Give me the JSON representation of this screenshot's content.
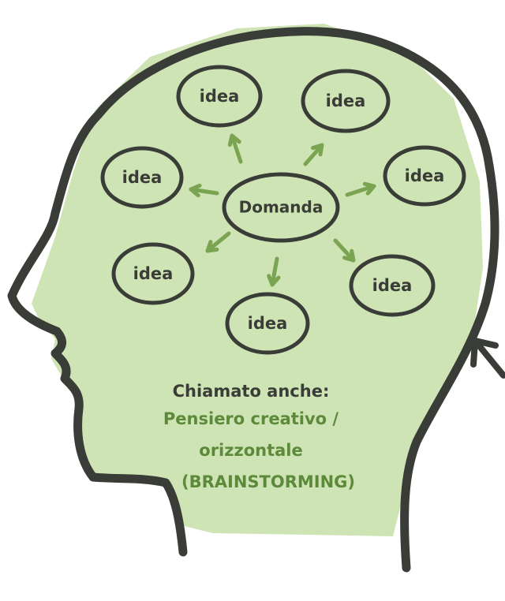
{
  "diagram": {
    "center": {
      "label": "Domanda"
    },
    "ideas": [
      {
        "label": "idea"
      },
      {
        "label": "idea"
      },
      {
        "label": "idea"
      },
      {
        "label": "idea"
      },
      {
        "label": "idea"
      },
      {
        "label": "idea"
      },
      {
        "label": "idea"
      }
    ],
    "caption": {
      "heading": "Chiamato anche:",
      "line1": "Pensiero creativo /",
      "line2": "orizzontale",
      "line3": "(BRAINSTORMING)"
    }
  },
  "colors": {
    "head_fill": "#cfe4b4",
    "outline": "#3a3d37",
    "arrow": "#7aa452",
    "caption_heading": "#3a3d37",
    "caption_text": "#5c8a3a"
  }
}
